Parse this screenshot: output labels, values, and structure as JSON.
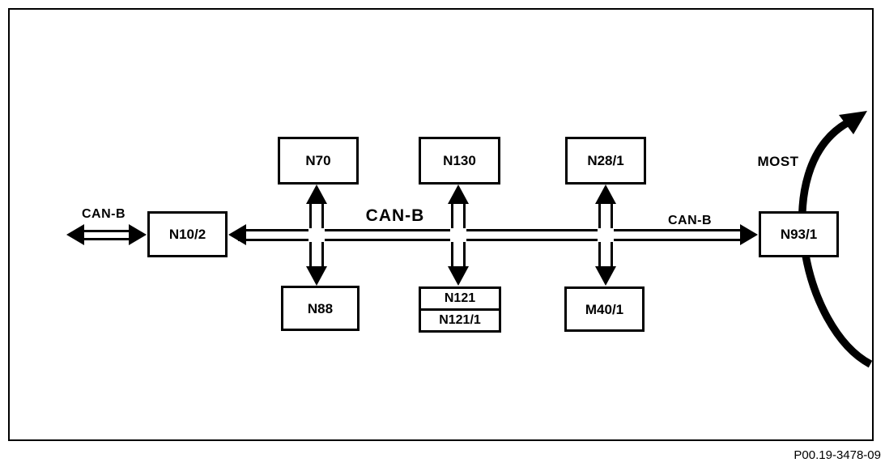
{
  "diagram": {
    "caption": "P00.19-3478-09",
    "labels": {
      "can_b_left": "CAN-B",
      "can_b_middle": "CAN-B",
      "can_b_right": "CAN-B",
      "most": "MOST"
    },
    "nodes": {
      "n10_2": {
        "label": "N10/2"
      },
      "n70": {
        "label": "N70"
      },
      "n130": {
        "label": "N130"
      },
      "n28_1": {
        "label": "N28/1"
      },
      "n88": {
        "label": "N88"
      },
      "n121": {
        "label": "N121"
      },
      "n121_1": {
        "label": "N121/1"
      },
      "m40_1": {
        "label": "M40/1"
      },
      "n93_1": {
        "label": "N93/1"
      }
    },
    "colors": {
      "line": "#000000",
      "background": "#ffffff"
    }
  }
}
